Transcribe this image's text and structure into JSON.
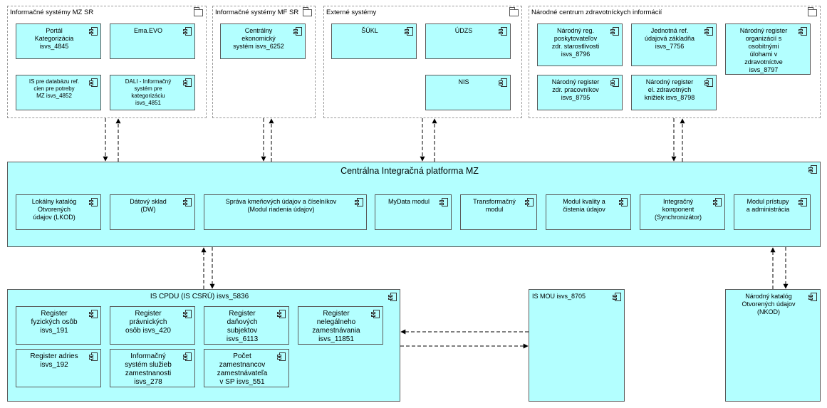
{
  "packages": {
    "mz": {
      "title": "Informačné systémy MZ SR"
    },
    "mf": {
      "title": "Informačné systémy MF SR"
    },
    "ext": {
      "title": "Externé systémy"
    },
    "nczi": {
      "title": "Národné centrum zdravotníckych informácií"
    }
  },
  "mz_components": [
    {
      "label": "Portál\nKategorizácia\nisvs_4845"
    },
    {
      "label": "Ema.EVO"
    },
    {
      "label": "IS pre databázu ref.\ncien pre potreby\nMZ isvs_4852"
    },
    {
      "label": "DALI - Informačný\nsystém pre\nkategorizáciu\nisvs_4851"
    }
  ],
  "mf_components": [
    {
      "label": "Centrálny\nekonomický\nsystém isvs_6252"
    }
  ],
  "ext_components": [
    {
      "label": "ŠÚKL"
    },
    {
      "label": "ÚDZS"
    },
    {
      "label": "NIS"
    }
  ],
  "nczi_components": [
    {
      "label": "Národný reg.\nposkytovateľov\nzdr. starostlivosti\nisvs_8796"
    },
    {
      "label": "Jednotná ref.\núdajová základňa\nisvs_7756"
    },
    {
      "label": "Národný register\norganizácií s\nosobitnými\núlohami v\nzdravotníctve\nisvs_8797"
    },
    {
      "label": "Národný register\nzdr. pracovníkov\nisvs_8795"
    },
    {
      "label": "Národný register\nel. zdravotných\nknižiek isvs_8798"
    }
  ],
  "platform": {
    "title": "Centrálna Integračná platforma MZ",
    "modules": [
      {
        "label": "Lokálny katalóg\nOtvorených\núdajov (LKOD)"
      },
      {
        "label": "Dátový sklad\n(DW)"
      },
      {
        "label": "Správa kmeňových údajov a číselníkov\n(Modul riadenia údajov)"
      },
      {
        "label": "MyData modul"
      },
      {
        "label": "Transformačný\nmodul"
      },
      {
        "label": "Modul kvality a\nčistenia údajov"
      },
      {
        "label": "Integračný\nkomponent\n(Synchronizátor)"
      },
      {
        "label": "Modul prístupy\na administrácia"
      }
    ]
  },
  "cpdu": {
    "title": "IS CPDU (IS CSRÚ) isvs_5836",
    "components": [
      {
        "label": "Register\nfyzických osôb\nisvs_191"
      },
      {
        "label": "Register\nprávnických\nosôb isvs_420"
      },
      {
        "label": "Register\ndaňových\nsubjektov\nisvs_6113"
      },
      {
        "label": "Register\nnelegálneho\nzamestnávania\nisvs_11851"
      },
      {
        "label": "Register adries\nisvs_192"
      },
      {
        "label": "Informačný\nsystém služieb\nzamestnanosti\nisvs_278"
      },
      {
        "label": "Počet\nzamestnancov\nzamestnávateľa\nv SP isvs_551"
      }
    ]
  },
  "mou": {
    "title": "IS MOU isvs_8705"
  },
  "nkod": {
    "title": "Národný katalóg\nOtvorených údajov\n(NKOD)"
  }
}
